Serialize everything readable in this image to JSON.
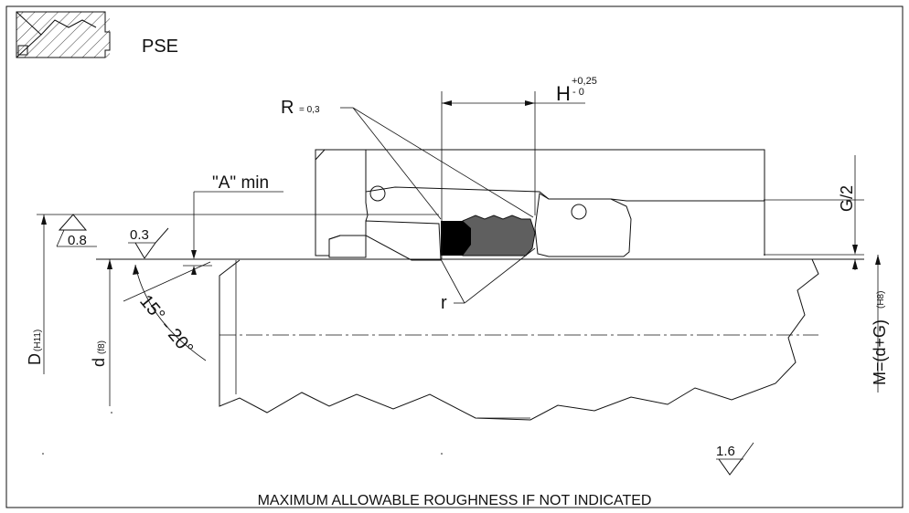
{
  "profile_code": "PSE",
  "labels": {
    "radius": "R",
    "radius_value": "= 0,3",
    "height": "H",
    "height_tol_upper": "+0,25",
    "height_tol_lower": "- 0",
    "a_min": "\"A\" min",
    "g_half": "G/2",
    "bore_d": "D",
    "bore_tol": "(H11)",
    "rod_d": "d",
    "rod_tol": "(f8)",
    "m_formula": "M=(d+G)",
    "m_tol": "(H8)",
    "small_r": "r",
    "chamfer_angle": "15° - 20°"
  },
  "roughness": {
    "bore": "0.8",
    "rod": "0.3",
    "general": "1.6",
    "note": "MAXIMUM ALLOWABLE ROUGHNESS IF NOT INDICATED"
  },
  "colors": {
    "seal_body": "#5f5f5f",
    "seal_core": "#000000",
    "line": "#111111"
  }
}
